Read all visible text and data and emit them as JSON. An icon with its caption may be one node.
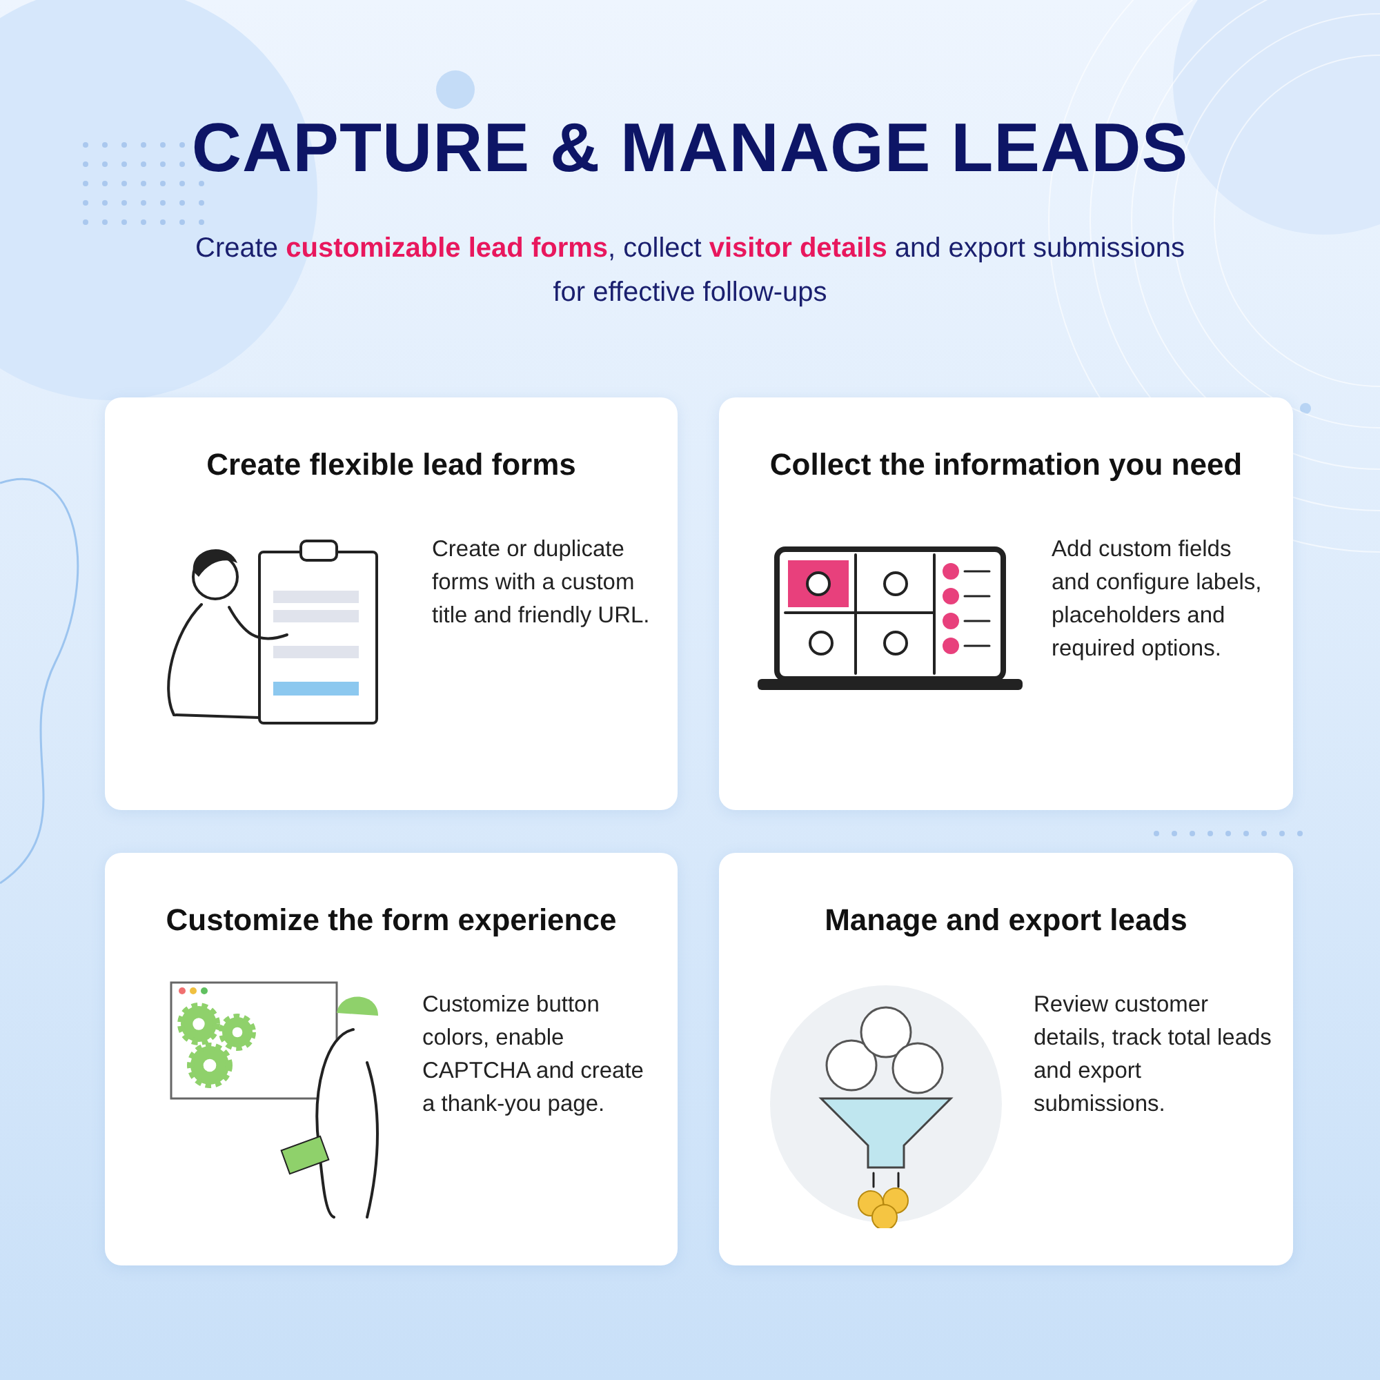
{
  "diagram": {
    "title": "CAPTURE & MANAGE LEADS",
    "nodes": [
      {
        "text": [
          "Create flexible lead forms",
          "Create or duplicate forms with a custom title and friendly URL."
        ]
      },
      {
        "text": [
          "Collect the information you need",
          "Add custom fields and configure labels, placeholders and required options."
        ]
      },
      {
        "text": [
          "Customize the form experience",
          "Customize button colors, enable CAPTCHA and create a thank-you page."
        ]
      },
      {
        "text": [
          "Manage and export leads",
          "Review customer details, track total leads and export submissions."
        ]
      }
    ],
    "edges": [],
    "labels": [
      "Create **customizable lead forms**, collect **visitor details** and export submissions for effective follow-ups"
    ]
  }
}
